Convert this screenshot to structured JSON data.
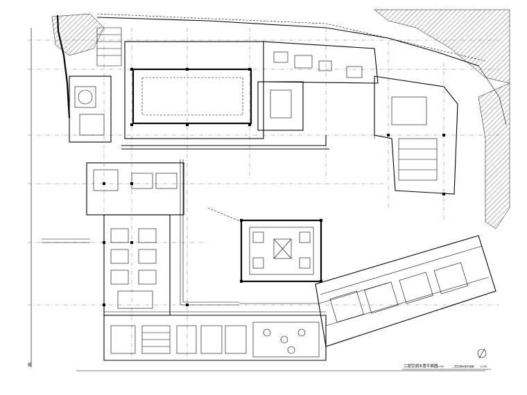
{
  "drawing": {
    "title": "二层空调水管平面图",
    "scale": "1:100",
    "subtitle": "二层空调水管平面图",
    "subtitle_scale": "1:100",
    "left_edge_mark": "图",
    "north_arrow": "north-arrow"
  }
}
